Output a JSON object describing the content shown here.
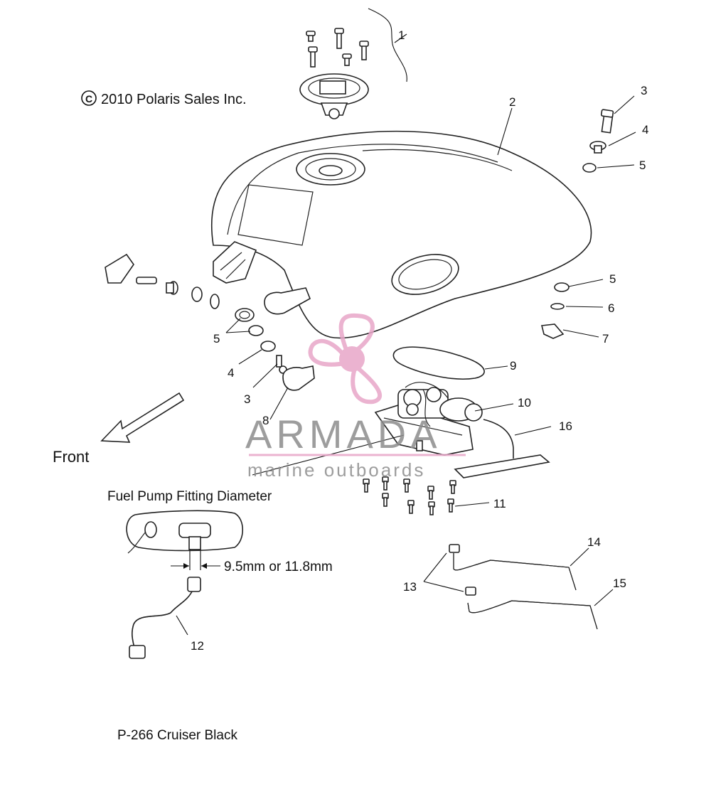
{
  "copyright": "2010 Polaris Sales Inc.",
  "copyright_symbol": "C",
  "front_label": "Front",
  "fitting_title": "Fuel Pump Fitting Diameter",
  "fitting_dimension": "9.5mm or 11.8mm",
  "footer": "P-266  Cruiser Black",
  "watermark": {
    "brand": "ARMADA",
    "tagline": "marine outboards",
    "color": "#e8a6c8"
  },
  "callouts": {
    "c1": "1",
    "c2": "2",
    "c3a": "3",
    "c4a": "4",
    "c5a": "5",
    "c5b": "5",
    "c6": "6",
    "c7": "7",
    "c9": "9",
    "c10": "10",
    "c16": "16",
    "c11": "11",
    "c14": "14",
    "c15": "15",
    "c13": "13",
    "c5c": "5",
    "c4b": "4",
    "c3b": "3",
    "c8": "8",
    "c12": "12"
  }
}
